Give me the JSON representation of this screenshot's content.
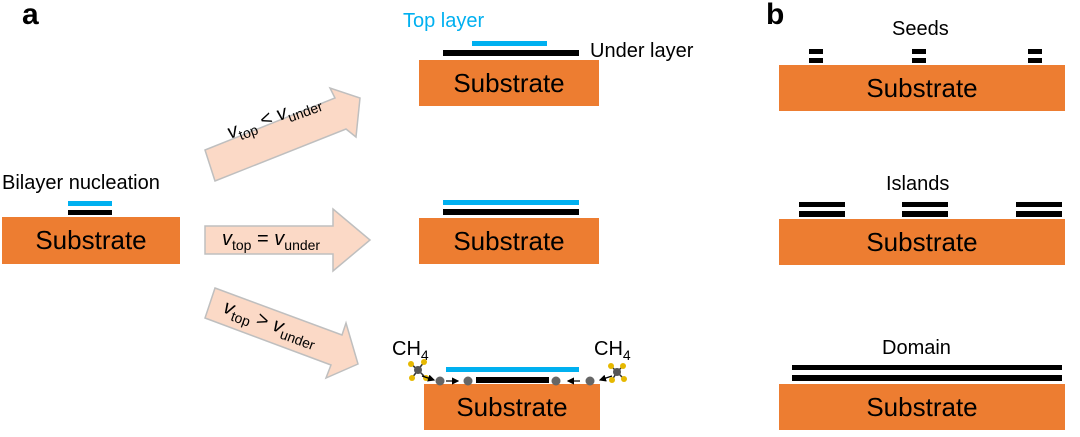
{
  "panel_a": {
    "label": "a",
    "substrate_label": "Substrate",
    "nucleation_label": "Bilayer nucleation",
    "top_layer_label": "Top layer",
    "under_layer_label": "Under layer",
    "ch4_left": "CH",
    "ch4_right": "CH",
    "ch4_subscript": "4",
    "arrows": [
      {
        "v": "v",
        "top": "top",
        "op": "<",
        "under": "under"
      },
      {
        "v": "v",
        "top": "top",
        "op": "=",
        "under": "under"
      },
      {
        "v": "v",
        "top": "top",
        "op": ">",
        "under": "under"
      }
    ]
  },
  "panel_b": {
    "label": "b",
    "substrate_label": "Substrate",
    "rows": [
      {
        "caption": "Seeds"
      },
      {
        "caption": "Islands"
      },
      {
        "caption": "Domain"
      }
    ]
  },
  "colors": {
    "substrate": "#ED7D31",
    "top_layer": "#00B0F0",
    "under_layer": "#000000",
    "arrow_fill": "#FBD9C6",
    "arrow_stroke": "#BFBFBF"
  }
}
